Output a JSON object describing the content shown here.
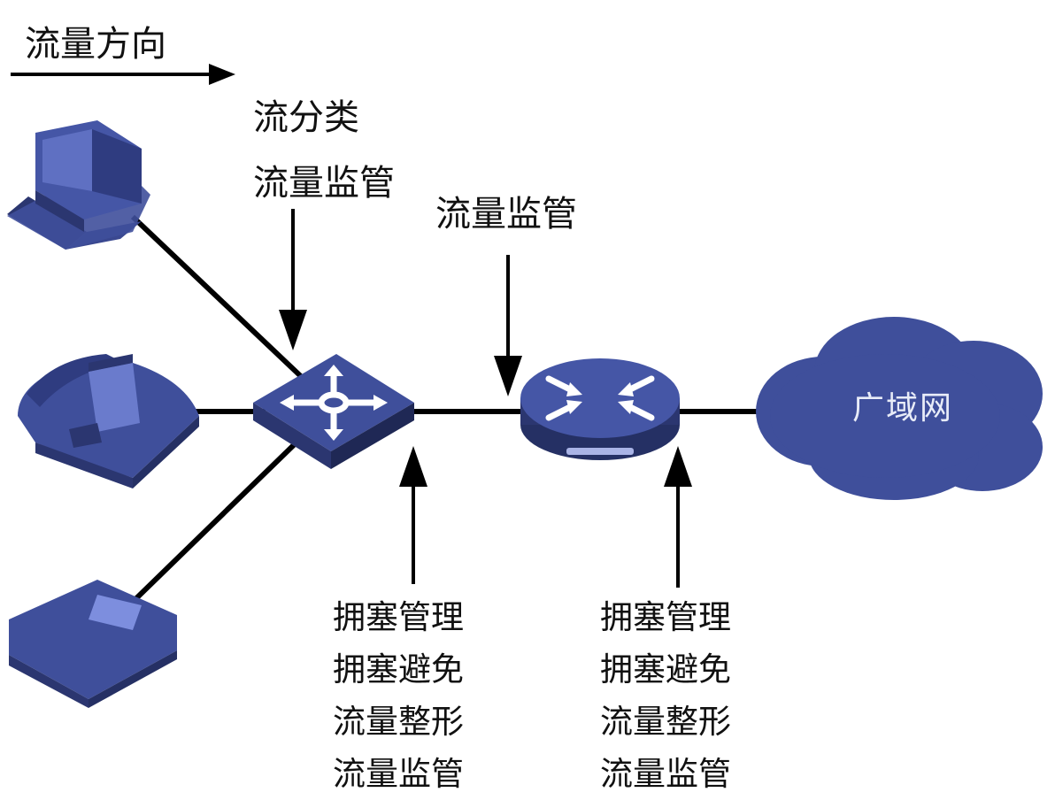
{
  "legend": {
    "flow_direction": "流量方向"
  },
  "switch": {
    "top_labels": [
      "流分类",
      "流量监管"
    ],
    "bottom_labels": [
      "拥塞管理",
      "拥塞避免",
      "流量整形",
      "流量监管"
    ]
  },
  "router": {
    "top_label": "流量监管",
    "bottom_labels": [
      "拥塞管理",
      "拥塞避免",
      "流量整形",
      "流量监管"
    ]
  },
  "wan": {
    "label": "广域网"
  },
  "colors": {
    "device_blue": "#3f4f9b",
    "device_dark": "#2b3670",
    "line": "#000000"
  }
}
